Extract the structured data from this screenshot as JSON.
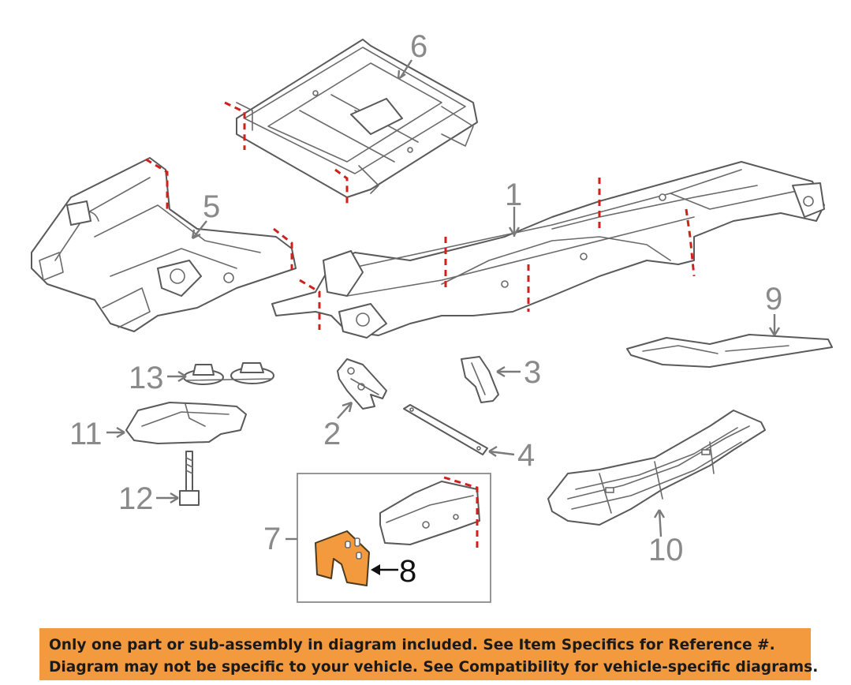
{
  "diagram": {
    "callouts": {
      "c1": "1",
      "c2": "2",
      "c3": "3",
      "c4": "4",
      "c5": "5",
      "c6": "6",
      "c7": "7",
      "c8": "8",
      "c9": "9",
      "c10": "10",
      "c11": "11",
      "c12": "12",
      "c13": "13"
    },
    "highlight_color": "#f39a3e",
    "cut_line_color": "#d0201c"
  },
  "notice": {
    "line1": "Only one part or sub-assembly in diagram included. See Item Specifics for Reference #.",
    "line2": "Diagram may not be specific to your vehicle. See Compatibility for vehicle-specific diagrams.",
    "background": "#f39a3e"
  }
}
